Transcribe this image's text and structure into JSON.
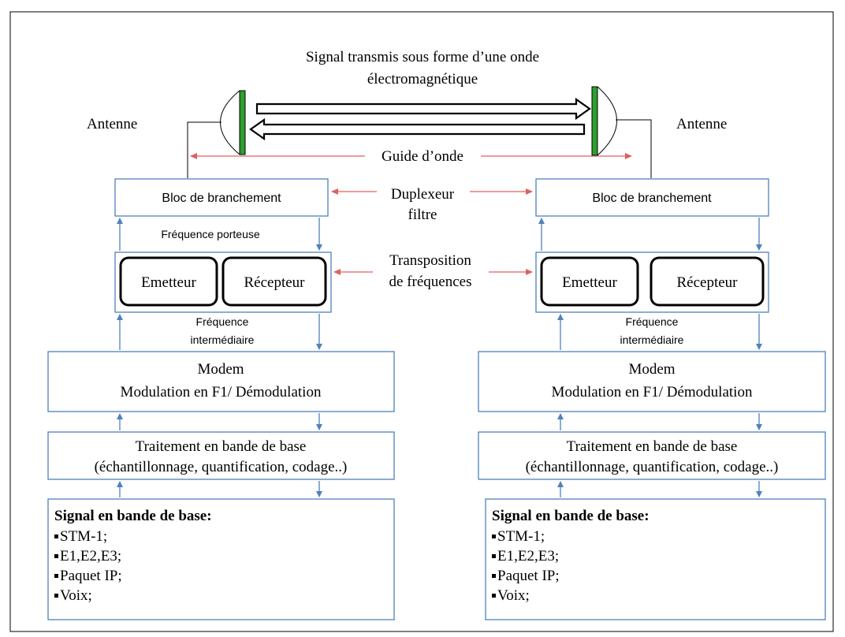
{
  "title": {
    "line1": "Signal transmis sous forme d’une onde",
    "line2": "électromagnétique"
  },
  "labels": {
    "antenne": "Antenne",
    "guide": "Guide d’onde",
    "duplexeur_1": "Duplexeur",
    "duplexeur_2": "filtre",
    "transposition_1": "Transposition",
    "transposition_2": "de fréquences",
    "porteuse": "Fréquence porteuse",
    "intermediaire_1": "Fréquence",
    "intermediaire_2": "intermédiaire"
  },
  "blocks": {
    "branchement": "Bloc de branchement",
    "emetteur": "Emetteur",
    "recepteur": "Récepteur",
    "modem_1": "Modem",
    "modem_2": "Modulation en F1/ Démodulation",
    "traitement_1": "Traitement en bande de base",
    "traitement_2": "(échantillonnage, quantification, codage..)",
    "signal_title": "Signal en bande de base:",
    "signal_items": [
      "STM-1;",
      "E1,E2,E3;",
      "Paquet IP;",
      "Voix;"
    ]
  },
  "colors": {
    "block_border": "#4f81bd",
    "link_arrow": "#e06060",
    "antenna_element": "#2ca02c"
  }
}
